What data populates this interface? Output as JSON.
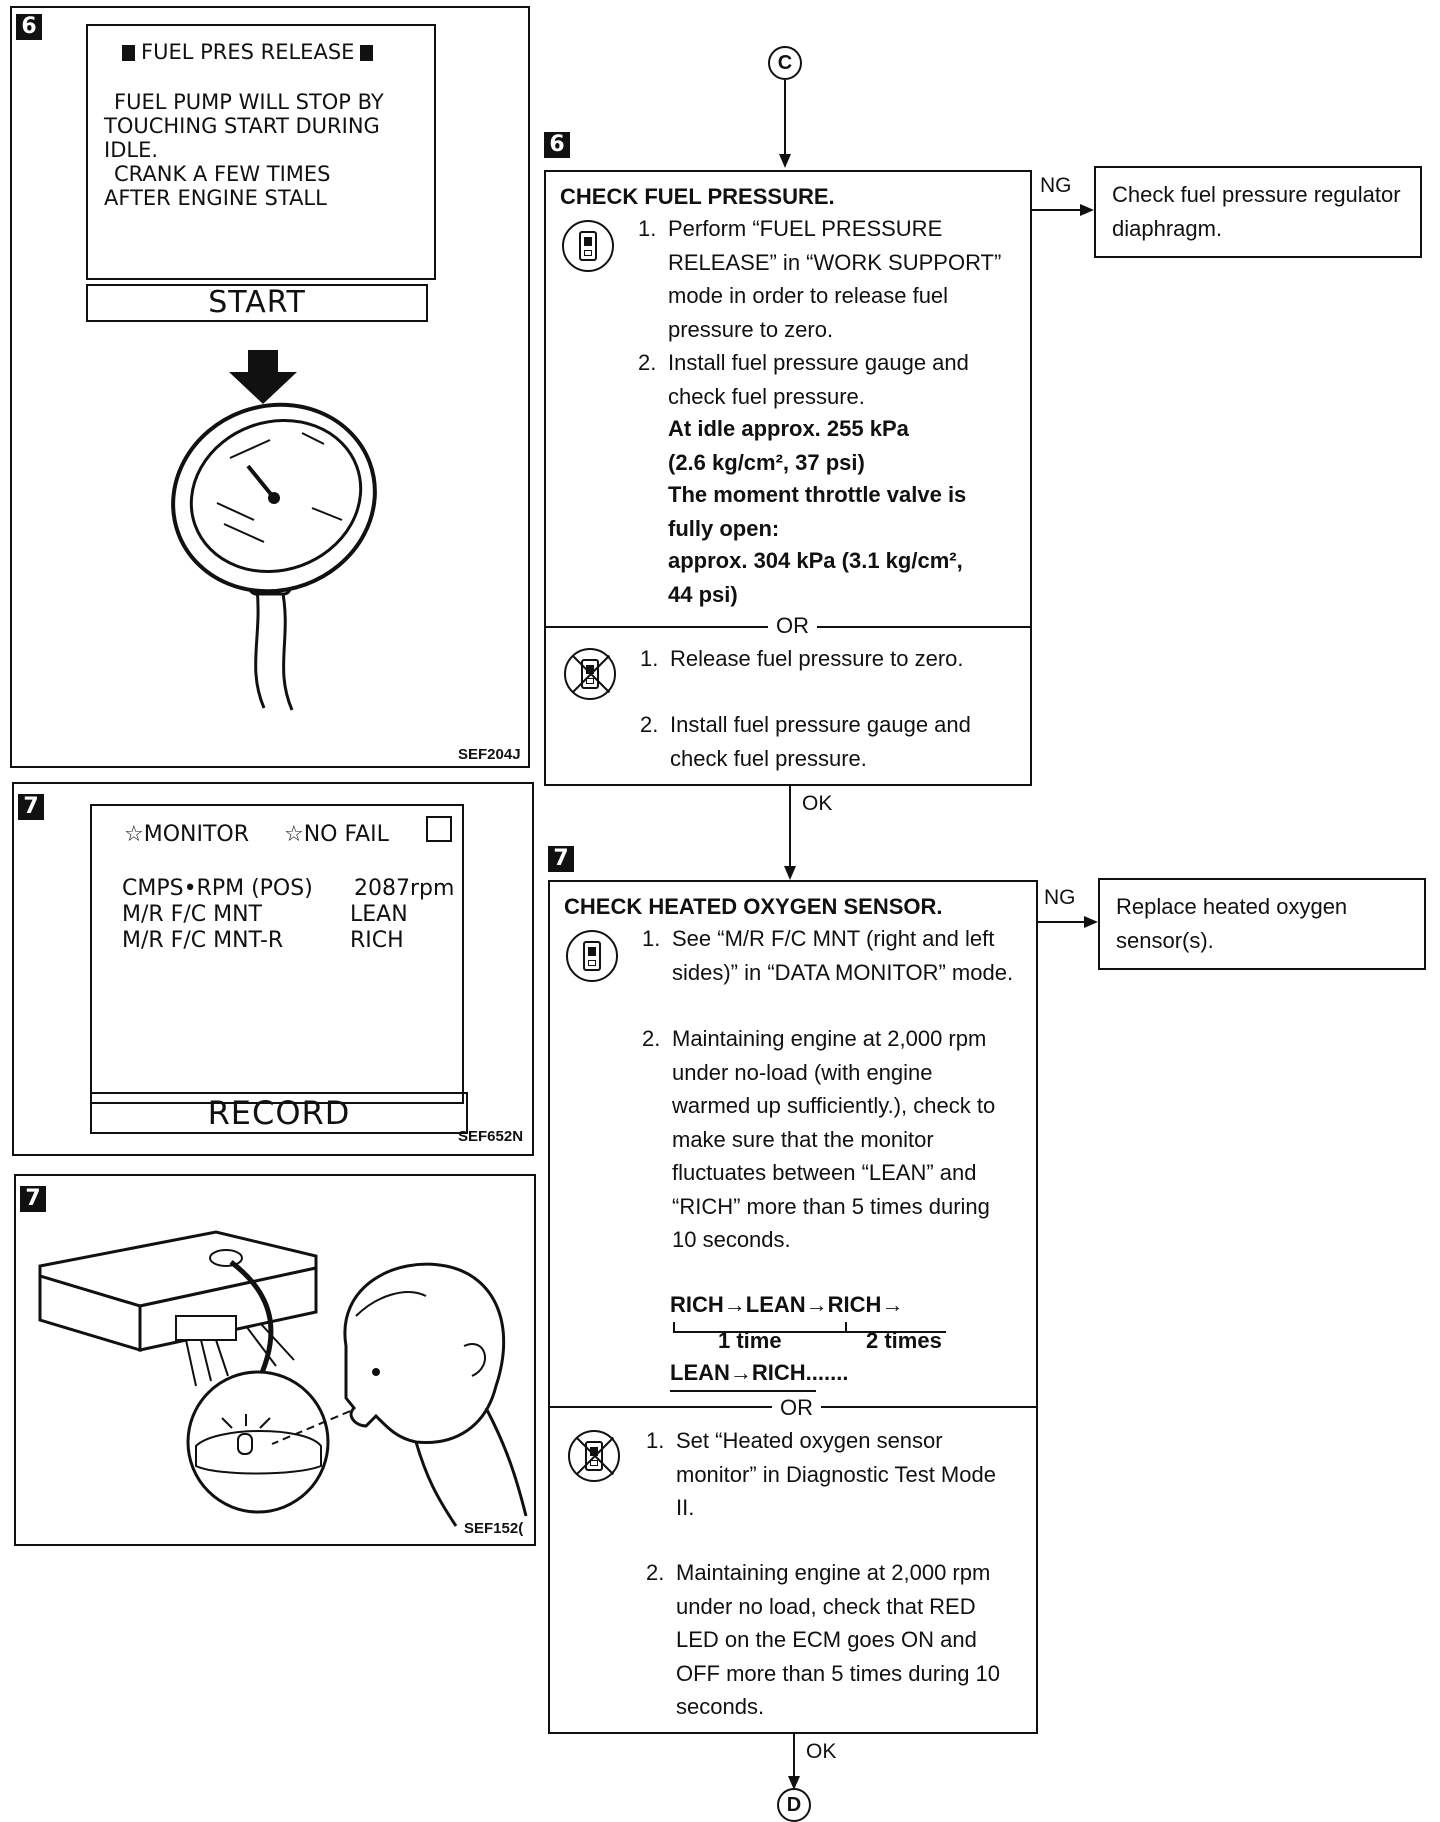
{
  "connectors": {
    "top": "C",
    "bottom": "D"
  },
  "left_panel_1": {
    "badge": "6",
    "screen_title": "FUEL PRES RELEASE",
    "screen_lines": [
      "FUEL PUMP WILL STOP BY",
      "TOUCHING START DURING",
      "IDLE.",
      "CRANK A FEW TIMES",
      "AFTER ENGINE STALL"
    ],
    "button": "START",
    "code": "SEF204J"
  },
  "left_panel_2": {
    "badge": "7",
    "monitor_label": "☆MONITOR",
    "nofail_label": "☆NO FAIL",
    "rows": [
      {
        "name": "CMPS•RPM (POS)",
        "value": "2087rpm"
      },
      {
        "name": "M/R F/C MNT",
        "value": "LEAN"
      },
      {
        "name": "M/R F/C MNT-R",
        "value": "RICH"
      }
    ],
    "button": "RECORD",
    "code": "SEF652N"
  },
  "left_panel_3": {
    "badge": "7",
    "code": "SEF152("
  },
  "step6": {
    "badge": "6",
    "title": "CHECK FUEL PRESSURE.",
    "consult_steps": [
      {
        "num": "1.",
        "text": "Perform “FUEL PRESSURE RELEASE” in “WORK SUPPORT” mode in order to release fuel pressure to zero."
      },
      {
        "num": "2.",
        "text": "Install fuel pressure gauge and check fuel pressure."
      }
    ],
    "spec_1": "At idle approx. 255 kPa",
    "spec_2": "(2.6 kg/cm², 37 psi)",
    "spec_3": "The moment throttle valve is",
    "spec_4": "fully open:",
    "spec_5": "approx. 304 kPa (3.1 kg/cm²,",
    "spec_6": "44 psi)",
    "or": "OR",
    "alt_steps": [
      {
        "num": "1.",
        "text": "Release fuel pressure to zero."
      },
      {
        "num": "2.",
        "text": "Install fuel pressure gauge and check fuel pressure."
      }
    ],
    "ng": "NG",
    "ng_action": "Check fuel pressure regulator diaphragm.",
    "ok": "OK"
  },
  "step7": {
    "badge": "7",
    "title": "CHECK HEATED OXYGEN SENSOR.",
    "consult_steps": [
      {
        "num": "1.",
        "text": "See “M/R F/C MNT (right and left sides)” in “DATA MONITOR” mode."
      },
      {
        "num": "2.",
        "text": "Maintaining engine at 2,000 rpm under no-load (with engine warmed up sufficiently.), check to make sure that the monitor fluctuates between “LEAN” and “RICH” more than 5 times during 10 seconds."
      }
    ],
    "cycle_line1": "RICH→LEAN→RICH→",
    "cycle_one": "1 time",
    "cycle_two": "2 times",
    "cycle_line2": "LEAN→RICH.......",
    "or": "OR",
    "alt_steps": [
      {
        "num": "1.",
        "text": "Set “Heated oxygen sensor monitor” in Diagnostic Test Mode II."
      },
      {
        "num": "2.",
        "text": "Maintaining engine at 2,000 rpm under no load, check that RED LED on the ECM goes ON and OFF more than 5 times during 10 seconds."
      }
    ],
    "ng": "NG",
    "ng_action": "Replace heated oxygen sensor(s).",
    "ok": "OK"
  }
}
